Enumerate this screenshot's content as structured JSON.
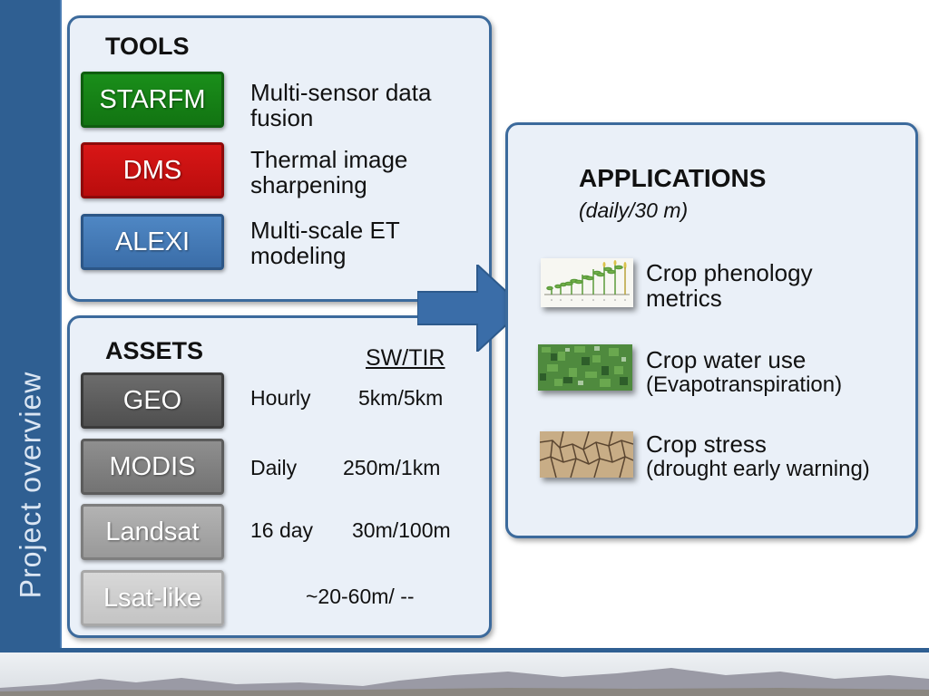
{
  "sidebar": {
    "title": "Project overview"
  },
  "tools": {
    "heading": "TOOLS",
    "items": [
      {
        "button": "STARFM",
        "desc_line1": "Multi-sensor data",
        "desc_line2": "fusion"
      },
      {
        "button": "DMS",
        "desc_line1": "Thermal image",
        "desc_line2": "sharpening"
      },
      {
        "button": "ALEXI",
        "desc_line1": "Multi-scale ET",
        "desc_line2": "modeling"
      }
    ]
  },
  "assets": {
    "heading": "ASSETS",
    "column_header": "SW/TIR",
    "rows": [
      {
        "button": "GEO",
        "frequency": "Hourly",
        "resolution": "5km/5km"
      },
      {
        "button": "MODIS",
        "frequency": "Daily",
        "resolution": "250m/1km"
      },
      {
        "button": "Landsat",
        "frequency": "16 day",
        "resolution": "30m/100m"
      },
      {
        "button": "Lsat-like",
        "frequency": "",
        "resolution": "~20-60m/ --"
      }
    ]
  },
  "applications": {
    "heading": "APPLICATIONS",
    "subheading": "(daily/30 m)",
    "items": [
      {
        "line1": "Crop phenology",
        "line2": "metrics",
        "image": "crop-growth-stages-image"
      },
      {
        "line1": "Crop water use",
        "line2": "(Evapotranspiration)",
        "image": "green-field-texture-image"
      },
      {
        "line1": "Crop stress",
        "line2": "(drought early warning)",
        "image": "cracked-dry-soil-image"
      }
    ]
  },
  "colors": {
    "sidebar": "#2f5f92",
    "panel_border": "#3c6a9c",
    "panel_fill": "#eaf0f8",
    "starfm": "#1a8e1a",
    "dms": "#d91616",
    "alexi": "#4f87c4"
  }
}
